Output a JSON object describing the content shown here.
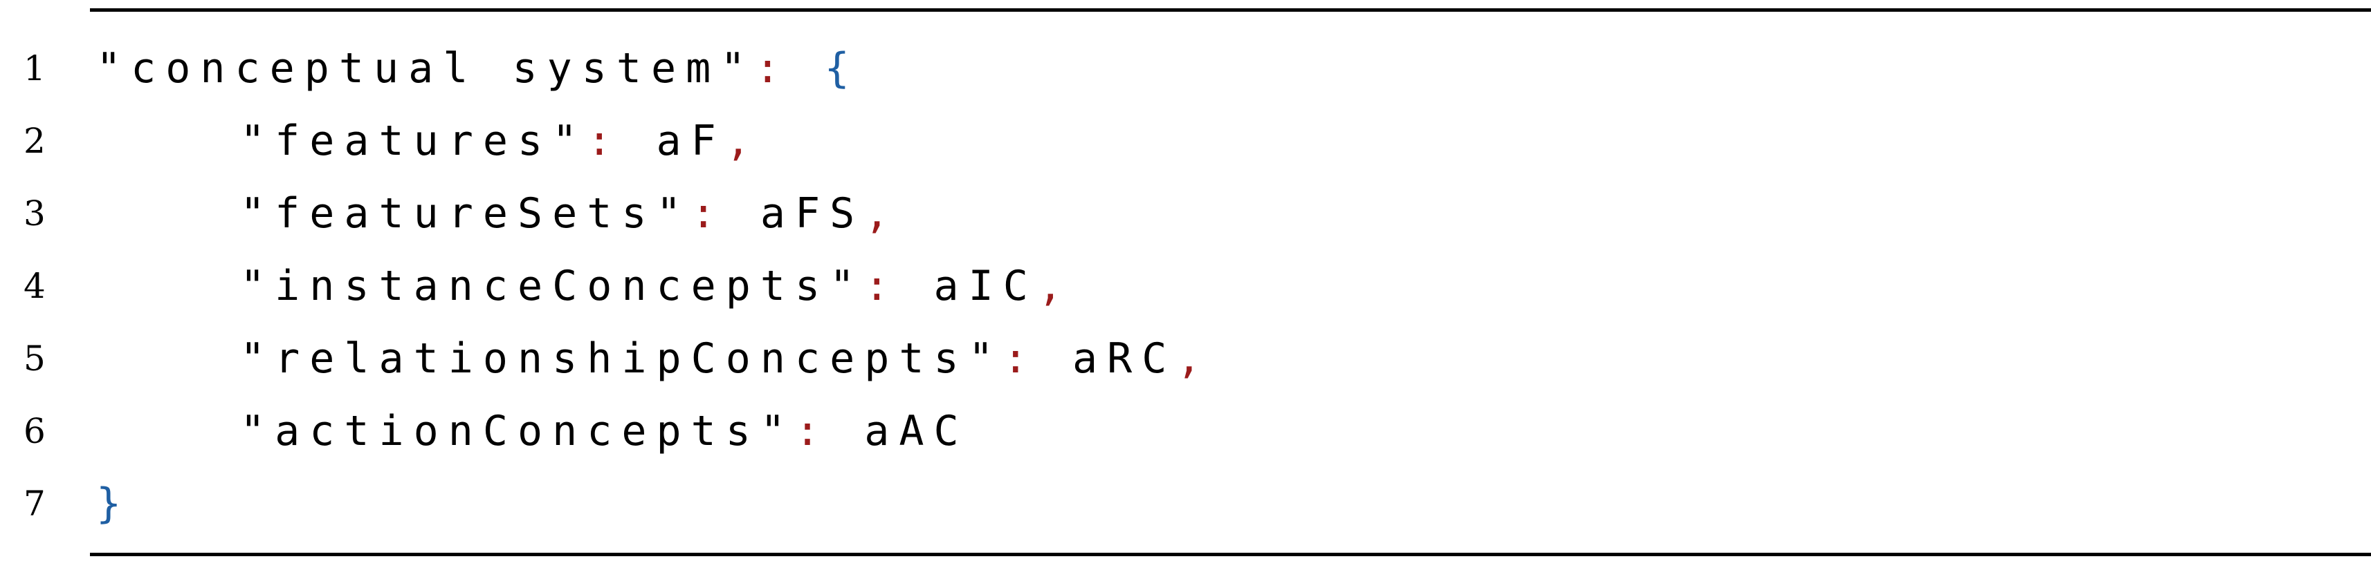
{
  "listing": {
    "lines": [
      {
        "number": "1",
        "key": "\"conceptual system\"",
        "colon": ":",
        "value": "",
        "comma": "",
        "brace": "{"
      },
      {
        "number": "2",
        "key": "\"features\"",
        "colon": ":",
        "value": "aF",
        "comma": ",",
        "brace": ""
      },
      {
        "number": "3",
        "key": "\"featureSets\"",
        "colon": ":",
        "value": "aFS",
        "comma": ",",
        "brace": ""
      },
      {
        "number": "4",
        "key": "\"instanceConcepts\"",
        "colon": ":",
        "value": "aIC",
        "comma": ",",
        "brace": ""
      },
      {
        "number": "5",
        "key": "\"relationshipConcepts\"",
        "colon": ":",
        "value": "aRC",
        "comma": ",",
        "brace": ""
      },
      {
        "number": "6",
        "key": "\"actionConcepts\"",
        "colon": ":",
        "value": "aAC",
        "comma": "",
        "brace": ""
      },
      {
        "number": "7",
        "key": "",
        "colon": "",
        "value": "",
        "comma": "",
        "brace": "}"
      }
    ]
  },
  "colors": {
    "punctuation": "#9b1b1b",
    "brace": "#1f5fa3",
    "text": "#000000"
  }
}
